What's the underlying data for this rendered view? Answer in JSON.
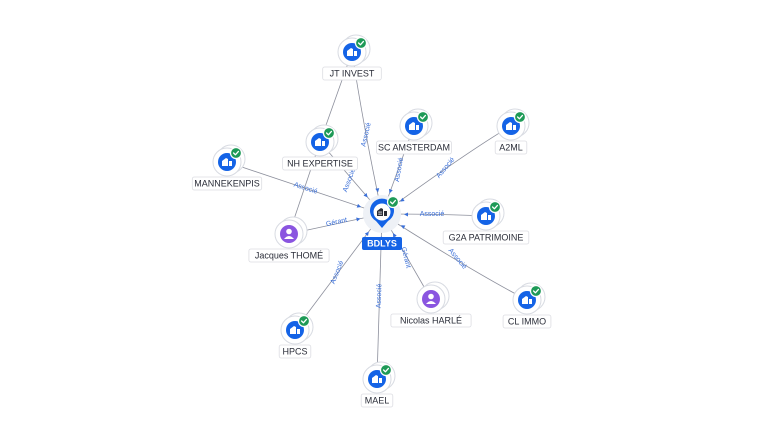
{
  "center": {
    "label": "BDLYS",
    "type": "company",
    "verified": true
  },
  "nodes": [
    {
      "id": "jt-invest",
      "label": "JT INVEST",
      "type": "company",
      "verified": true
    },
    {
      "id": "nh-expertise",
      "label": "NH EXPERTISE",
      "type": "company",
      "verified": true
    },
    {
      "id": "sc-amsterdam",
      "label": "SC AMSTERDAM",
      "type": "company",
      "verified": true
    },
    {
      "id": "a2ml",
      "label": "A2ML",
      "type": "company",
      "verified": true
    },
    {
      "id": "mannekenpis",
      "label": "MANNEKENPIS",
      "type": "company",
      "verified": true
    },
    {
      "id": "g2a-patrimoine",
      "label": "G2A PATRIMOINE",
      "type": "company",
      "verified": true
    },
    {
      "id": "jacques-thome",
      "label": "Jacques THOMÉ",
      "type": "person",
      "verified": false
    },
    {
      "id": "nicolas-harle",
      "label": "Nicolas HARLÉ",
      "type": "person",
      "verified": false
    },
    {
      "id": "cl-immo",
      "label": "CL IMMO",
      "type": "company",
      "verified": true
    },
    {
      "id": "hpcs",
      "label": "HPCS",
      "type": "company",
      "verified": true
    },
    {
      "id": "mael",
      "label": "MAEL",
      "type": "company",
      "verified": true
    }
  ],
  "edges": [
    {
      "from": "jt-invest",
      "to": "center",
      "label": "Associé"
    },
    {
      "from": "jt-invest",
      "to": "nh-expertise",
      "label": ""
    },
    {
      "from": "nh-expertise",
      "to": "center",
      "label": "Associé"
    },
    {
      "from": "sc-amsterdam",
      "to": "center",
      "label": "Associé"
    },
    {
      "from": "a2ml",
      "to": "center",
      "label": "Associé"
    },
    {
      "from": "mannekenpis",
      "to": "center",
      "label": "Associé"
    },
    {
      "from": "g2a-patrimoine",
      "to": "center",
      "label": "Associé"
    },
    {
      "from": "jacques-thome",
      "to": "center",
      "label": "Gérant"
    },
    {
      "from": "nicolas-harle",
      "to": "center",
      "label": "Gérant"
    },
    {
      "from": "cl-immo",
      "to": "center",
      "label": "Associé"
    },
    {
      "from": "hpcs",
      "to": "center",
      "label": "Associé"
    },
    {
      "from": "mael",
      "to": "center",
      "label": "Associé"
    },
    {
      "from": "nh-expertise",
      "to": "jacques-thome",
      "label": ""
    }
  ],
  "colors": {
    "company": "#1463e6",
    "person": "#8a55e0",
    "verified": "#1e9a57",
    "edge_label": "#3a6fd8"
  },
  "icons": {
    "company": "building-icon",
    "person": "person-icon",
    "verified": "check-badge-icon"
  }
}
